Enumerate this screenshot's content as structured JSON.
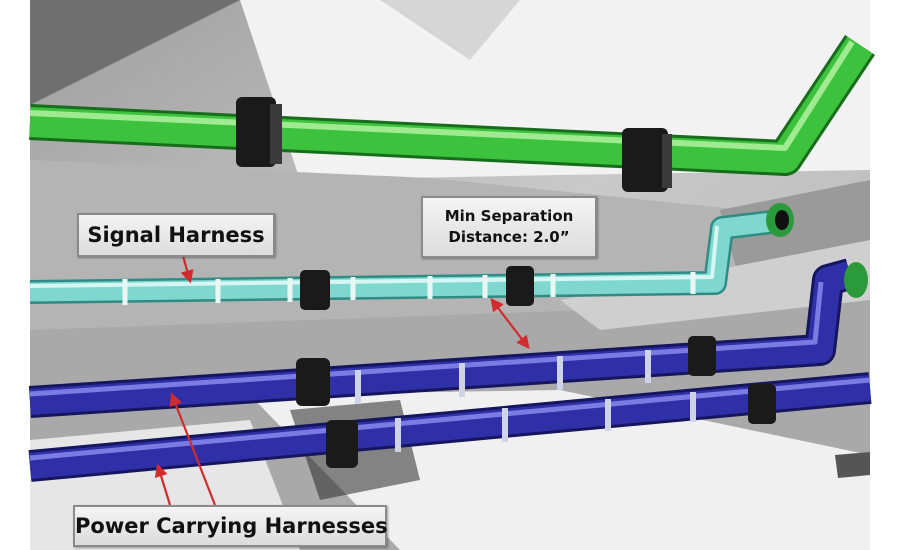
{
  "labels": {
    "signal": "Signal Harness",
    "min_separation_line1": "Min Separation",
    "min_separation_line2": "Distance: 2.0”",
    "power": "Power Carrying Harnesses"
  },
  "colors": {
    "green_harness": "#3cc23c",
    "signal_harness": "#7fd8d0",
    "power_harness": "#2f2fa8",
    "clamp": "#1a1a1a",
    "arrow": "#d22b2b",
    "background_panel": "#c8c8c8"
  }
}
